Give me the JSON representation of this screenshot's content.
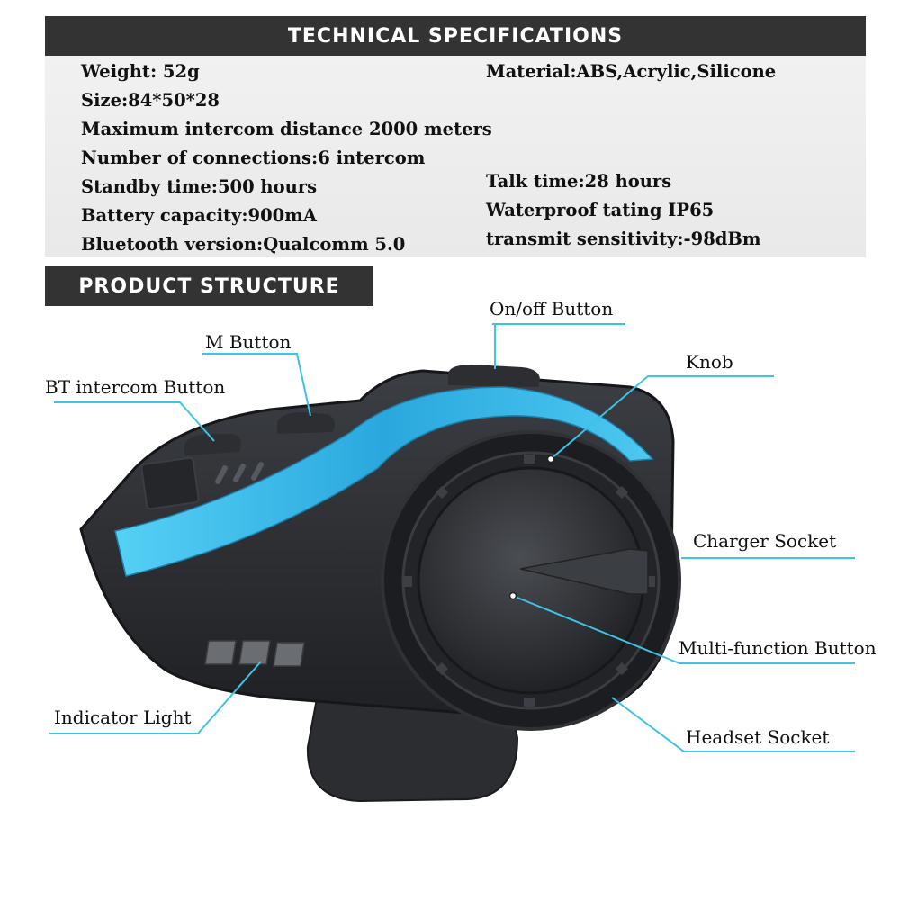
{
  "headers": {
    "specifications": "TECHNICAL SPECIFICATIONS",
    "structure": "PRODUCT STRUCTURE"
  },
  "specs_left": [
    "Weight: 52g",
    "Size:84*50*28",
    "Maximum intercom distance 2000 meters",
    "Number of connections:6 intercom",
    "Standby time:500 hours",
    "Battery capacity:900mA",
    "Bluetooth version:Qualcomm 5.0"
  ],
  "specs_right": [
    "Material:ABS,Acrylic,Silicone",
    "Talk time:28 hours",
    "Waterproof tating IP65",
    "transmit sensitivity:-98dBm"
  ],
  "callouts": {
    "on_off": "On/off Button",
    "m_button": "M Button",
    "bt_intercom": "BT intercom Button",
    "knob": "Knob",
    "charger": "Charger Socket",
    "multi_function": "Multi-function Button",
    "headset": "Headset Socket",
    "indicator": "Indicator Light"
  },
  "colors": {
    "banner": "#333333",
    "accent_blue": "#2bb6e6",
    "leader_line": "#3cc3e8",
    "device_body": "#2a2c2f"
  }
}
